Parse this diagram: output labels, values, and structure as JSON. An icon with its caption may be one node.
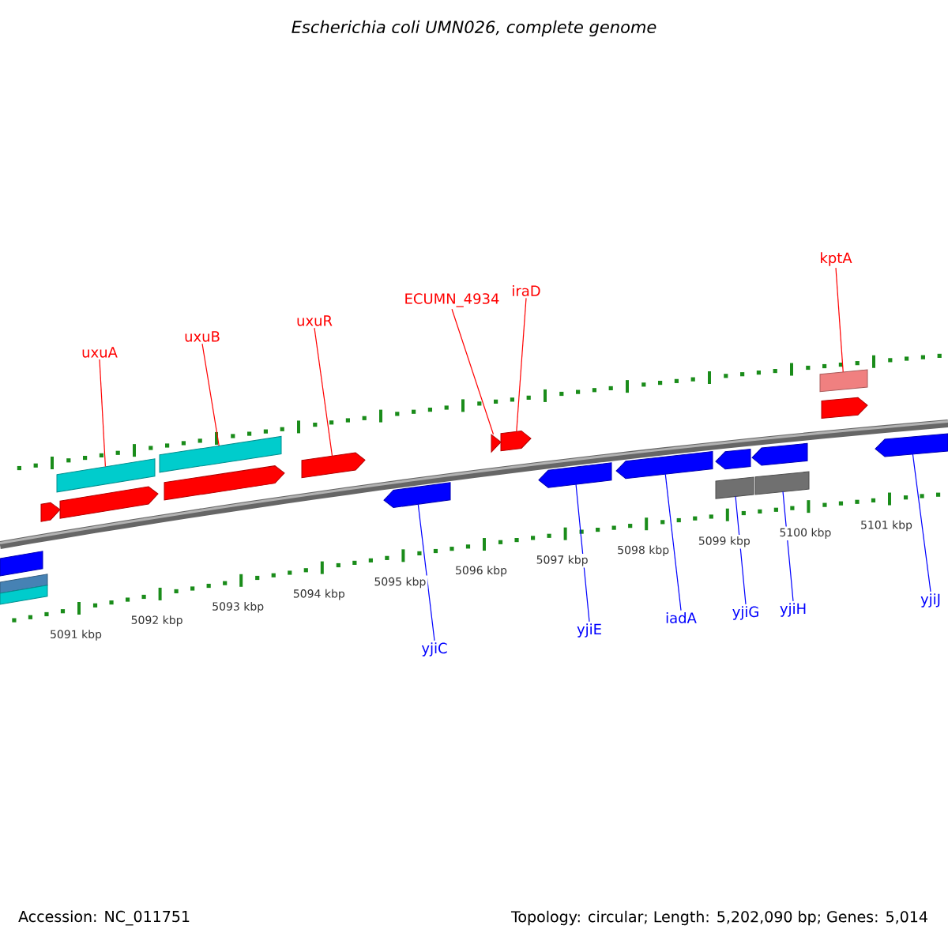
{
  "diagram": {
    "title": "Escherichia coli UMN026, complete genome",
    "nodes": [
      {
        "text": [
          "uxuA"
        ]
      },
      {
        "text": [
          "uxuB"
        ]
      },
      {
        "text": [
          "uxuR"
        ]
      },
      {
        "text": [
          "ECUMN_4934"
        ]
      },
      {
        "text": [
          "iraD"
        ]
      },
      {
        "text": [
          "kptA"
        ]
      },
      {
        "text": [
          "yjiC"
        ]
      },
      {
        "text": [
          "yjiE"
        ]
      },
      {
        "text": [
          "iadA"
        ]
      },
      {
        "text": [
          "yjiG"
        ]
      },
      {
        "text": [
          "yjiH"
        ]
      },
      {
        "text": [
          "yjiJ"
        ]
      },
      {
        "text": [],
        "shape": "box"
      },
      {
        "text": [],
        "shape": "box"
      },
      {
        "text": [],
        "shape": "box"
      },
      {
        "text": [],
        "shape": "arrow"
      },
      {
        "text": [],
        "shape": "box"
      },
      {
        "text": [],
        "shape": "arrow"
      },
      {
        "text": [],
        "shape": "box"
      },
      {
        "text": [],
        "shape": "arrow"
      },
      {
        "text": [],
        "shape": "arrow"
      },
      {
        "text": [],
        "shape": "arrow"
      },
      {
        "text": [],
        "shape": "arrow"
      },
      {
        "text": [],
        "shape": "arrow"
      },
      {
        "text": [],
        "shape": "arrow"
      },
      {
        "text": [],
        "shape": "arrow"
      },
      {
        "text": [],
        "shape": "arrow"
      },
      {
        "text": [],
        "shape": "box"
      },
      {
        "text": [],
        "shape": "arrow"
      },
      {
        "text": [],
        "shape": "box"
      },
      {
        "text": [],
        "shape": "box"
      },
      {
        "text": [],
        "shape": "arrow"
      },
      {
        "text": [],
        "shape": "arrow"
      }
    ],
    "edges": [
      {
        "from": 0,
        "to": 16,
        "arrow": "none",
        "color": "#ff0000"
      },
      {
        "from": 1,
        "to": 18,
        "arrow": "none",
        "color": "#ff0000"
      },
      {
        "from": 2,
        "to": 20,
        "arrow": "none",
        "color": "#ff0000"
      },
      {
        "from": 3,
        "to": 22,
        "arrow": "none",
        "color": "#ff0000"
      },
      {
        "from": 4,
        "to": 23,
        "arrow": "none",
        "color": "#ff0000"
      },
      {
        "from": 5,
        "to": 30,
        "arrow": "none",
        "color": "#ff0000"
      },
      {
        "from": 6,
        "to": 21,
        "arrow": "none",
        "color": "#0000ff"
      },
      {
        "from": 7,
        "to": 24,
        "arrow": "none",
        "color": "#0000ff"
      },
      {
        "from": 8,
        "to": 25,
        "arrow": "none",
        "color": "#0000ff"
      },
      {
        "from": 9,
        "to": 27,
        "arrow": "none",
        "color": "#0000ff"
      },
      {
        "from": 10,
        "to": 29,
        "arrow": "none",
        "color": "#0000ff"
      },
      {
        "from": 11,
        "to": 32,
        "arrow": "none",
        "color": "#0000ff"
      }
    ],
    "labels": [
      "5091 kbp",
      "5092 kbp",
      "5093 kbp",
      "5094 kbp",
      "5095 kbp",
      "5096 kbp",
      "5097 kbp",
      "5098 kbp",
      "5099 kbp",
      "5100 kbp",
      "5101 kbp",
      "Accession: NC_011751",
      "Topology: circular; Length: 5,202,090 bp; Genes: 5,014"
    ]
  }
}
